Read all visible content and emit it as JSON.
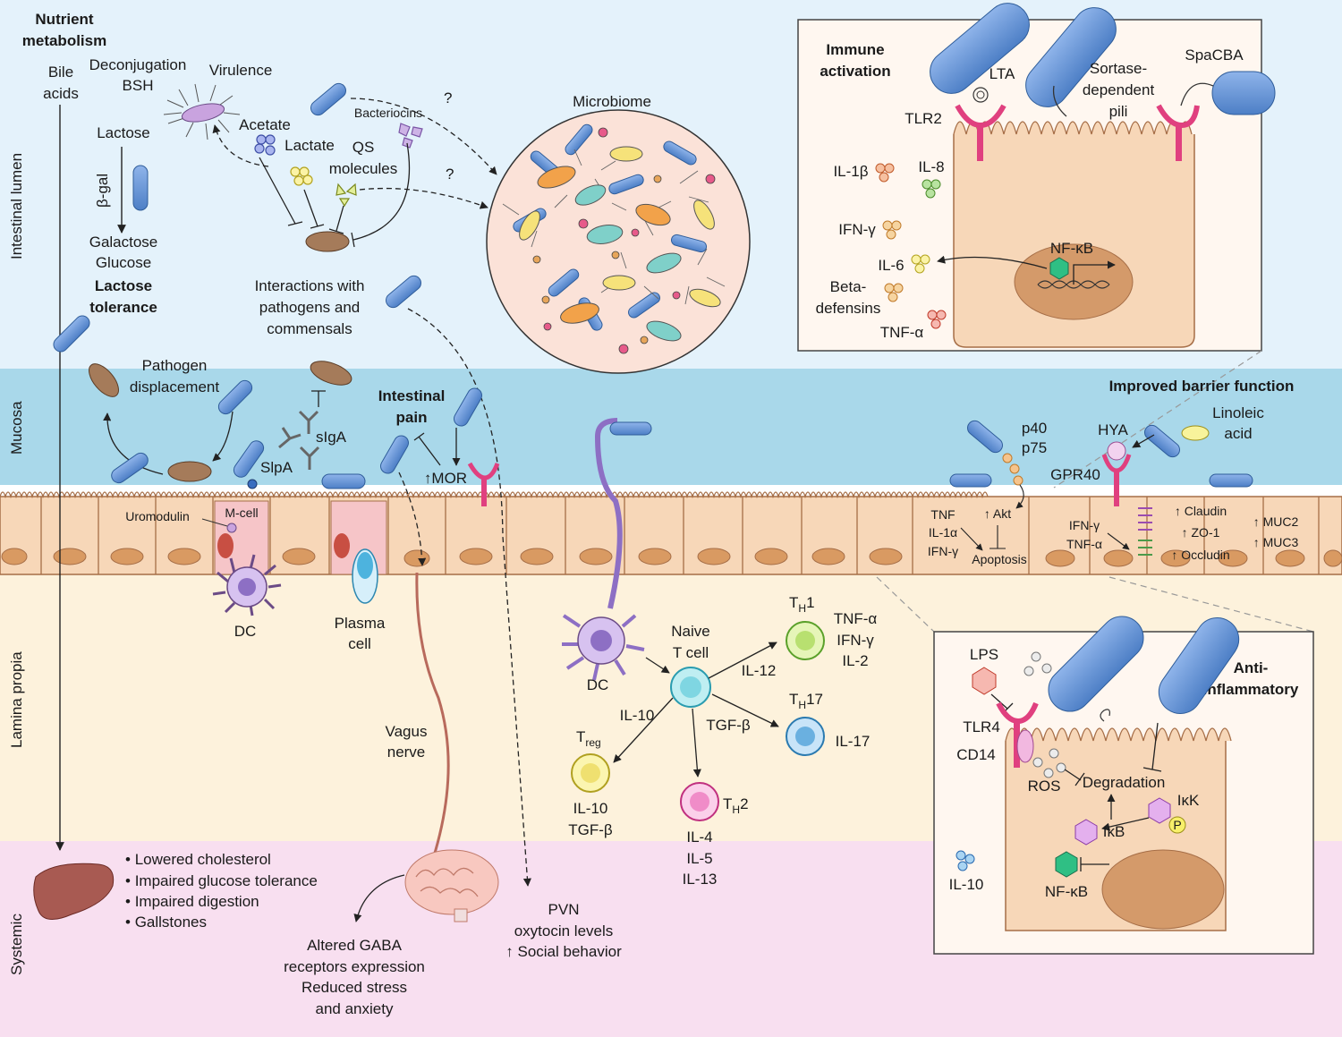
{
  "regions": {
    "lumen": "Intestinal lumen",
    "mucosa": "Mucosa",
    "lamina": "Lamina propia",
    "systemic": "Systemic"
  },
  "colors": {
    "lumen": "#e4f2fb",
    "mucosa": "#a9d8ea",
    "lamina": "#fdf2dc",
    "systemic": "#f8dff0",
    "bacterium_blue": "#5f90d4",
    "pathogen_brown": "#a57b5a",
    "epithelium": "#f7d7b8",
    "nucleus": "#c98a58"
  },
  "nutrient": {
    "title1": "Nutrient",
    "title2": "metabolism",
    "bile1": "Bile",
    "bile2": "acids",
    "deconj": "Deconjugation",
    "bsh": "BSH",
    "lactose": "Lactose",
    "bgal": "β-gal",
    "galactose": "Galactose",
    "glucose": "Glucose",
    "tol1": "Lactose",
    "tol2": "tolerance"
  },
  "interactions": {
    "virulence": "Virulence",
    "acetate": "Acetate",
    "lactate": "Lactate",
    "qs1": "QS",
    "qs2": "molecules",
    "bacteriocins": "Bacteriocins",
    "q1": "?",
    "q2": "?",
    "cap1": "Interactions with",
    "cap2": "pathogens and",
    "cap3": "commensals"
  },
  "microbiome": {
    "label": "Microbiome"
  },
  "immune": {
    "title1": "Immune",
    "title2": "activation",
    "lta": "LTA",
    "tlr2": "TLR2",
    "sortase1": "Sortase-",
    "sortase2": "dependent",
    "sortase3": "pili",
    "spacba": "SpaCBA",
    "il1b": "IL-1β",
    "il8": "IL-8",
    "ifng": "IFN-γ",
    "il6": "IL-6",
    "beta1": "Beta-",
    "beta2": "defensins",
    "tnfa": "TNF-α",
    "nfkb": "NF-κB"
  },
  "mucosa": {
    "pathogen1": "Pathogen",
    "pathogen2": "displacement",
    "siga": "sIgA",
    "slpa": "SlpA",
    "pain1": "Intestinal",
    "pain2": "pain",
    "mor": "↑MOR",
    "uromodulin": "Uromodulin",
    "mcell": "M-cell",
    "dc": "DC",
    "plasma1": "Plasma",
    "plasma2": "cell"
  },
  "barrier": {
    "title": "Improved barrier function",
    "p40": "p40",
    "p75": "p75",
    "hya": "HYA",
    "linoleic1": "Linoleic",
    "linoleic2": "acid",
    "gpr40": "GPR40",
    "tnf": "TNF",
    "il1a": "IL-1α",
    "ifng": "IFN-γ",
    "akt": "↑ Akt",
    "apoptosis": "Apoptosis",
    "ifng2": "IFN-γ",
    "tnfa2": "TNF-α",
    "claudin": "↑ Claudin",
    "zo1": "↑ ZO-1",
    "occludin": "↑ Occludin",
    "muc2": "↑ MUC2",
    "muc3": "↑ MUC3"
  },
  "lamina": {
    "dc": "DC",
    "naive1": "Naive",
    "naive2": "T cell",
    "th1": "T",
    "th1sub": "H",
    "th1num": "1",
    "th1cyt1": "TNF-α",
    "th1cyt2": "IFN-γ",
    "th1cyt3": "IL-2",
    "il12": "IL-12",
    "th17": "T",
    "th17sub": "H",
    "th17num": "17",
    "tgfb": "TGF-β",
    "il17": "IL-17",
    "il10": "IL-10",
    "treg": "T",
    "tregsub": "reg",
    "tregcyt1": "IL-10",
    "tregcyt2": "TGF-β",
    "th2": "T",
    "th2sub": "H",
    "th2num": "2",
    "th2cyt1": "IL-4",
    "th2cyt2": "IL-5",
    "th2cyt3": "IL-13",
    "vagus1": "Vagus",
    "vagus2": "nerve"
  },
  "anti": {
    "title1": "Anti-",
    "title2": "inflammatory",
    "lps": "LPS",
    "tlr4": "TLR4",
    "cd14": "CD14",
    "ros": "ROS",
    "degradation": "Degradation",
    "ikk": "IκK",
    "p": "P",
    "ikb": "IκB",
    "nfkb": "NF-κB",
    "il10": "IL-10"
  },
  "systemic": {
    "bullets": [
      "Lowered cholesterol",
      "Impaired glucose tolerance",
      "Impaired digestion",
      "Gallstones"
    ],
    "gaba1": "Altered GABA",
    "gaba2": "receptors expression",
    "gaba3": "Reduced stress",
    "gaba4": "and anxiety",
    "pvn1": "PVN",
    "pvn2": "oxytocin levels",
    "pvn3": "↑ Social behavior"
  }
}
